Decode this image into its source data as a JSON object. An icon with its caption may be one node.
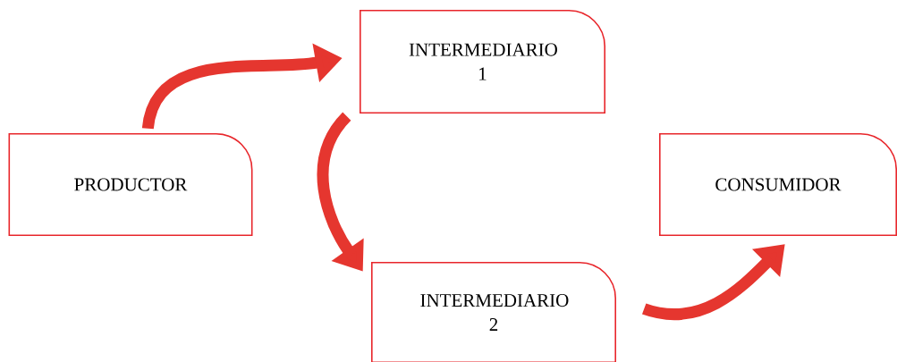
{
  "diagram": {
    "nodes": [
      {
        "text": [
          "PRODUCTOR"
        ]
      },
      {
        "text": [
          "INTERMEDIARIO 1"
        ]
      },
      {
        "text": [
          "INTERMEDIARIO 2"
        ]
      },
      {
        "text": [
          "CONSUMIDOR"
        ]
      }
    ],
    "edges": [
      {
        "from": 0,
        "to": 1,
        "arrow": "to"
      },
      {
        "from": 1,
        "to": 2,
        "arrow": "to"
      },
      {
        "from": 2,
        "to": 3,
        "arrow": "to"
      }
    ]
  }
}
